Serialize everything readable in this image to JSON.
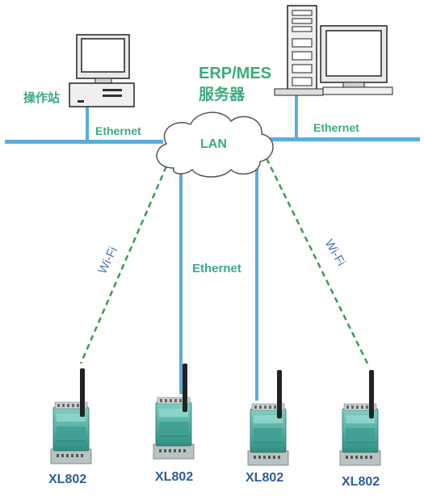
{
  "labels": {
    "workstation": "操作站",
    "server_line1": "ERP/MES",
    "server_line2": "服务器",
    "lan": "LAN",
    "ethernet_left": "Ethernet",
    "ethernet_right": "Ethernet",
    "ethernet_center": "Ethernet",
    "wifi_left": "Wi-Fi",
    "wifi_right": "Wi-Fi"
  },
  "devices": [
    {
      "name": "XL802",
      "link": "Wi-Fi"
    },
    {
      "name": "XL802",
      "link": "Ethernet"
    },
    {
      "name": "XL802",
      "link": "Ethernet"
    },
    {
      "name": "XL802",
      "link": "Wi-Fi"
    }
  ],
  "colors": {
    "ethernet_line": "#5aaedc",
    "wifi_line": "#3a9a55",
    "green_text": "#3daa7e",
    "blue_text": "#2e5d9c",
    "device_body": "#4eb3a3"
  }
}
